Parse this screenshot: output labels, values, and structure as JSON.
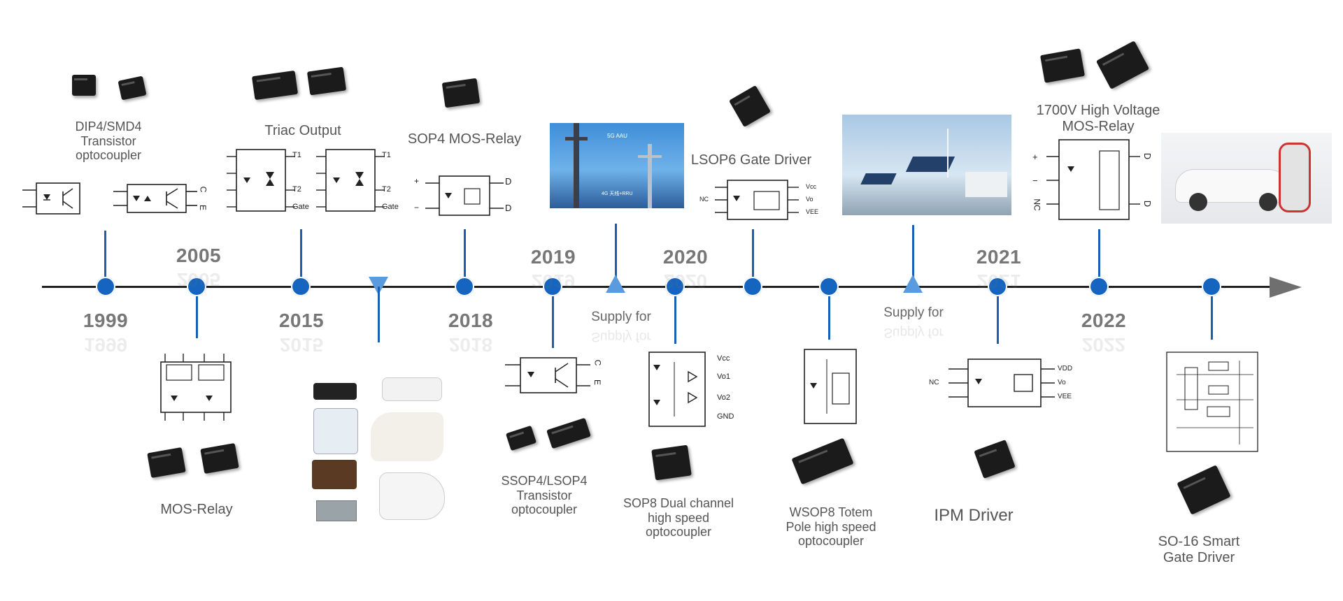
{
  "years": [
    {
      "key": "y1999",
      "text": "1999"
    },
    {
      "key": "y2005",
      "text": "2005"
    },
    {
      "key": "y2015",
      "text": "2015"
    },
    {
      "key": "y2018",
      "text": "2018"
    },
    {
      "key": "y2019",
      "text": "2019"
    },
    {
      "key": "y2020",
      "text": "2020"
    },
    {
      "key": "y2021",
      "text": "2021"
    },
    {
      "key": "y2022",
      "text": "2022"
    }
  ],
  "labels": {
    "dip4": "DIP4/SMD4\nTransistor\noptocoupler",
    "mos_relay": "MOS-Relay",
    "triac": "Triac Output",
    "sop4": "SOP4 MOS-Relay",
    "ssop4": "SSOP4/LSOP4\nTransistor\noptocoupler",
    "supply1": "Supply for",
    "sop8": "SOP8 Dual channel\nhigh speed\noptocoupler",
    "lsop6": "LSOP6 Gate Driver",
    "wsop8": "WSOP8 Totem\nPole high speed\noptocoupler",
    "supply2": "Supply for",
    "ipm": "IPM Driver",
    "hv": "1700V High Voltage\nMOS-Relay",
    "so16": "SO-16 Smart\nGate Driver"
  },
  "pin_labels": {
    "t1": "T1",
    "t2": "T2",
    "gate": "Gate",
    "d": "D",
    "c": "C",
    "e": "E",
    "vcc": "Vcc",
    "vo1": "Vo1",
    "vo2": "Vo2",
    "gnd": "GND",
    "vdd": "VDD",
    "vo": "Vo",
    "vee": "VEE",
    "nc": "NC",
    "plus": "+",
    "minus": "−"
  },
  "photo_texts": {
    "tower_5g": "5G AAU",
    "tower_4g": "4G 天线+RRU"
  },
  "colors": {
    "node": "#1565c0",
    "marker": "#5a9be0",
    "axis": "#222222",
    "year": "#777777"
  }
}
